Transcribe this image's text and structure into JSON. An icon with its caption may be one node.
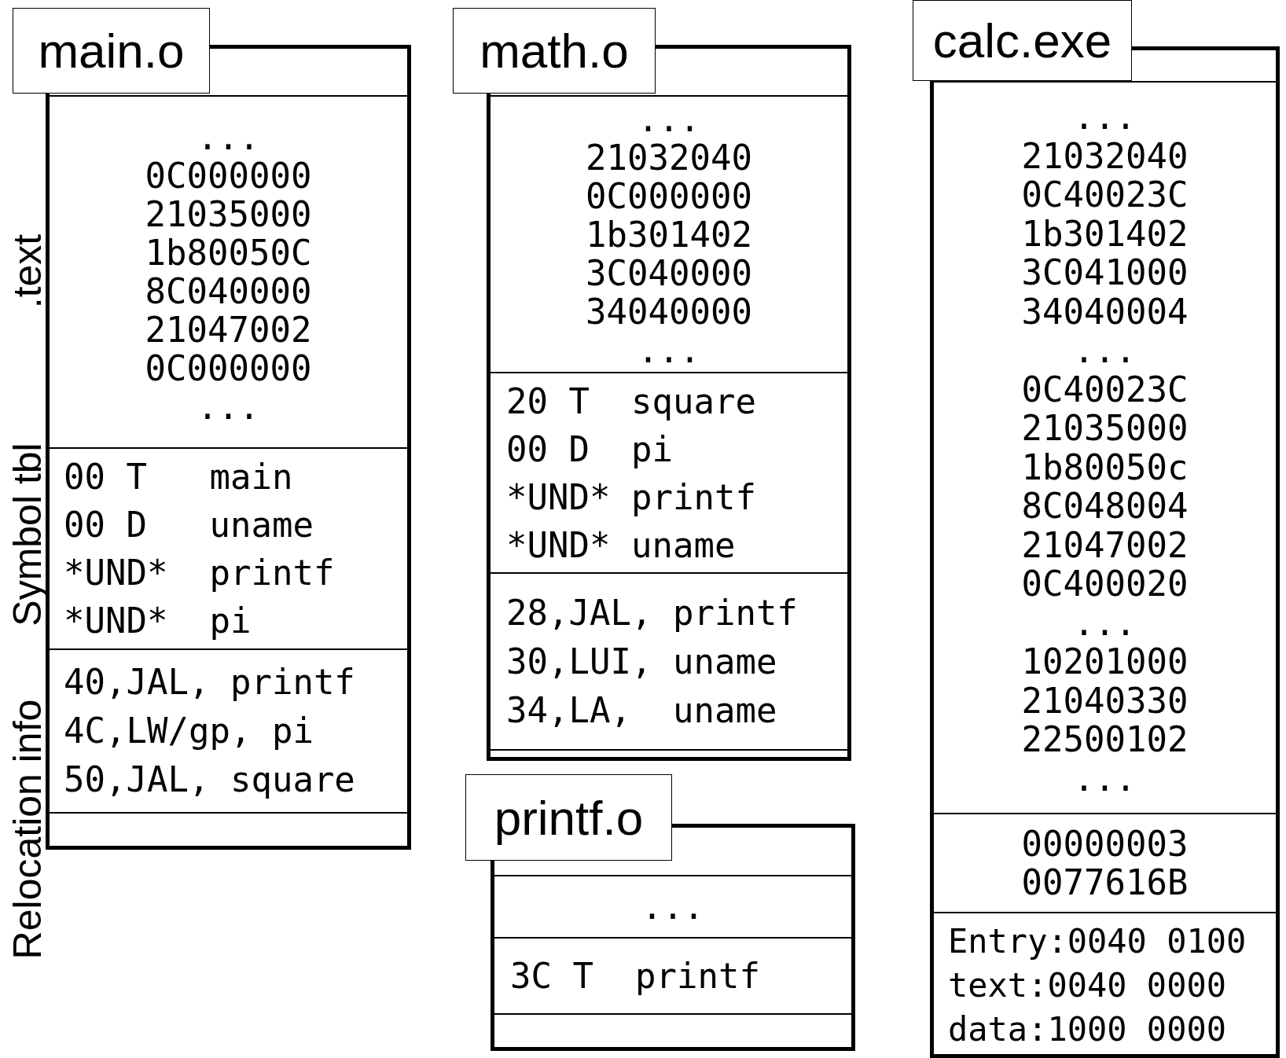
{
  "diagram": {
    "nodes": [
      {
        "text": [
          "main.o"
        ]
      },
      {
        "text": [
          "...",
          "0C000000",
          "21035000",
          "1b80050C",
          "8C040000",
          "21047002",
          "0C000000",
          "..."
        ],
        "in": 0,
        "beside": [
          ".text"
        ]
      },
      {
        "text": [
          "00 T   main",
          "00 D   uname",
          "*UND*  printf",
          "*UND*  pi"
        ],
        "in": 0,
        "beside": [
          "Symbol tbl"
        ]
      },
      {
        "text": [
          "40,JAL, printf",
          "4C,LW/gp, pi",
          "50,JAL, square"
        ],
        "in": 0,
        "beside": [
          "Relocation info"
        ]
      },
      {
        "text": [],
        "shape": "box",
        "in": 0
      },
      {
        "text": [
          "math.o"
        ]
      },
      {
        "text": [
          "...",
          "21032040",
          "0C000000",
          "1b301402",
          "3C040000",
          "34040000",
          "..."
        ],
        "in": 5
      },
      {
        "text": [
          "20 T  square",
          "00 D  pi",
          "*UND* printf",
          "*UND* uname"
        ],
        "in": 5
      },
      {
        "text": [
          "28,JAL, printf",
          "30,LUI, uname",
          "34,LA,  uname"
        ],
        "in": 5
      },
      {
        "text": [],
        "shape": "box",
        "in": 5
      },
      {
        "text": [
          "printf.o"
        ]
      },
      {
        "text": [
          "..."
        ],
        "in": 10
      },
      {
        "text": [
          "3C T  printf"
        ],
        "in": 10
      },
      {
        "text": [],
        "shape": "box",
        "in": 10
      },
      {
        "text": [
          "calc.exe"
        ]
      },
      {
        "text": [
          "...",
          "21032040",
          "0C40023C",
          "1b301402",
          "3C041000",
          "34040004",
          "...",
          "0C40023C",
          "21035000",
          "1b80050c",
          "8C048004",
          "21047002",
          "0C400020",
          "...",
          "10201000",
          "21040330",
          "22500102",
          "..."
        ],
        "in": 14
      },
      {
        "text": [
          "00000003",
          "0077616B"
        ],
        "in": 14
      },
      {
        "text": [
          "Entry:0040 0100",
          "text:0040 0000",
          "data:1000 0000"
        ],
        "in": 14
      }
    ],
    "edges": []
  }
}
